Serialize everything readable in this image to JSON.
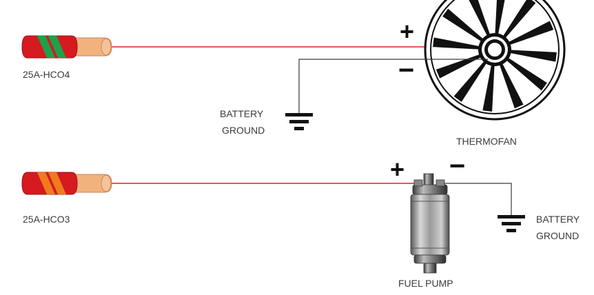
{
  "wires": [
    {
      "id": "25A-HCO4",
      "label": "25A-HCO4",
      "stripe_color": "#1fa04a"
    },
    {
      "id": "25A-HCO3",
      "label": "25A-HCO3",
      "stripe_color": "#f07b1e"
    }
  ],
  "thermofan": {
    "label": "THERMOFAN",
    "plus": "+",
    "minus": "−"
  },
  "fuel_pump": {
    "label": "FUEL PUMP",
    "plus": "+",
    "minus": "−"
  },
  "grounds": [
    {
      "line1": "BATTERY",
      "line2": "GROUND"
    },
    {
      "line1": "BATTERY",
      "line2": "GROUND"
    }
  ],
  "colors": {
    "wire_red": "#e02020",
    "sleeve_red": "#d51a20",
    "copper": "#f2b27e",
    "ground_wire": "#3a3a3a",
    "fan_black": "#111111"
  }
}
